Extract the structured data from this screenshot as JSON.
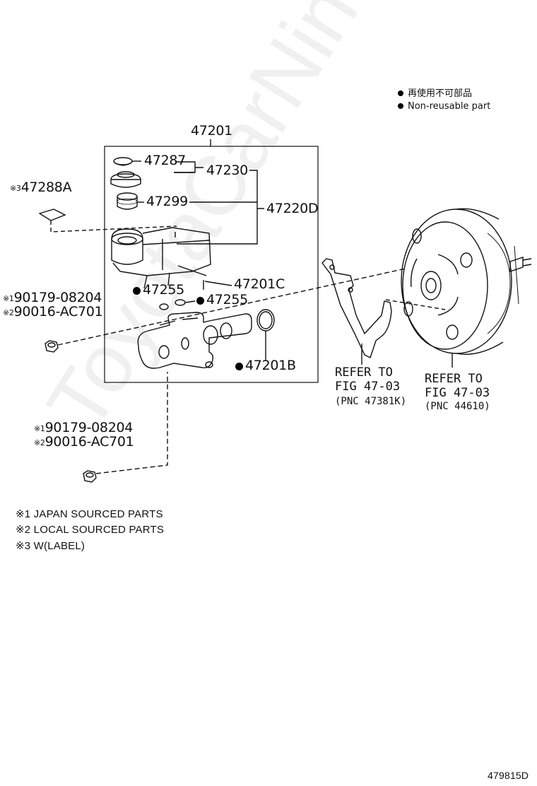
{
  "legend": {
    "reuse_jp": "再使用不可部品",
    "reuse_en": "Non-reusable part"
  },
  "parts": {
    "assembly": "47201",
    "p47287": "47287",
    "p47230": "47230",
    "p47288a": "47288A",
    "p47288a_ref": "※3",
    "p47299": "47299",
    "p47220d": "47220D",
    "p47255_a": "47255",
    "p47255_b": "47255",
    "p47201c": "47201C",
    "p47201b": "47201B",
    "nut_upper_1": "90179-08204",
    "nut_upper_1_ref": "※1",
    "nut_upper_2": "90016-AC701",
    "nut_upper_2_ref": "※2",
    "nut_lower_1": "90179-08204",
    "nut_lower_1_ref": "※1",
    "nut_lower_2": "90016-AC701",
    "nut_lower_2_ref": "※2"
  },
  "refs": {
    "bracket_line1": "REFER TO",
    "bracket_line2": "FIG 47-03",
    "bracket_line3": "(PNC 47381K)",
    "booster_line1": "REFER TO",
    "booster_line2": "FIG 47-03",
    "booster_line3": "(PNC 44610)"
  },
  "notes": {
    "n1": "※1 JAPAN SOURCED PARTS",
    "n2": "※2 LOCAL SOURCED PARTS",
    "n3": "※3 W(LABEL)"
  },
  "watermark": "ToyotaCarNine.ru",
  "figure_id": "479815D"
}
